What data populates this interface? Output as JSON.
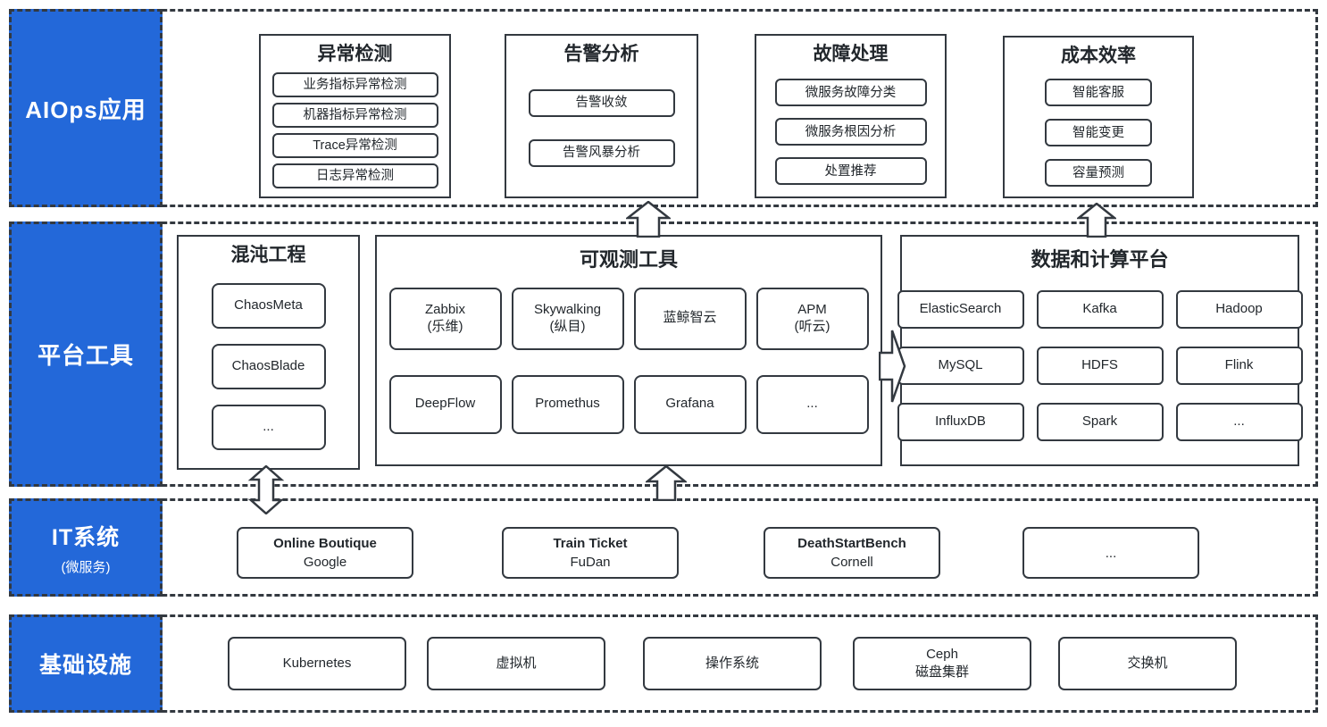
{
  "colors": {
    "accent_blue": "#2368d9",
    "line_dark": "#333940",
    "text": "#22272c"
  },
  "layers": {
    "aiops": {
      "label": "AIOps应用",
      "groups": {
        "anomaly": {
          "title": "异常检测",
          "items": [
            "业务指标异常检测",
            "机器指标异常检测",
            "Trace异常检测",
            "日志异常检测"
          ]
        },
        "alert": {
          "title": "告警分析",
          "items": [
            "告警收敛",
            "告警风暴分析"
          ]
        },
        "fault": {
          "title": "故障处理",
          "items": [
            "微服务故障分类",
            "微服务根因分析",
            "处置推荐"
          ]
        },
        "cost": {
          "title": "成本效率",
          "items": [
            "智能客服",
            "智能变更",
            "容量预测"
          ]
        }
      }
    },
    "platform": {
      "label": "平台工具",
      "groups": {
        "chaos": {
          "title": "混沌工程",
          "items": [
            "ChaosMeta",
            "ChaosBlade",
            "..."
          ]
        },
        "observability": {
          "title": "可观测工具",
          "items": [
            "Zabbix\n(乐维)",
            "Skywalking\n(纵目)",
            "蓝鲸智云",
            "APM\n(听云)",
            "DeepFlow",
            "Promethus",
            "Grafana",
            "..."
          ]
        },
        "dataplatform": {
          "title": "数据和计算平台",
          "items": [
            "ElasticSearch",
            "Kafka",
            "Hadoop",
            "MySQL",
            "HDFS",
            "Flink",
            "InfluxDB",
            "Spark",
            "..."
          ]
        }
      }
    },
    "itsystems": {
      "label": "IT系统",
      "sublabel": "(微服务)",
      "apps": [
        {
          "name": "Online Boutique",
          "org": "Google"
        },
        {
          "name": "Train Ticket",
          "org": "FuDan"
        },
        {
          "name": "DeathStartBench",
          "org": "Cornell"
        },
        {
          "name": "...",
          "org": ""
        }
      ]
    },
    "infrastructure": {
      "label": "基础设施",
      "items": [
        "Kubernetes",
        "虚拟机",
        "操作系统",
        "Ceph\n磁盘集群",
        "交换机"
      ]
    }
  }
}
